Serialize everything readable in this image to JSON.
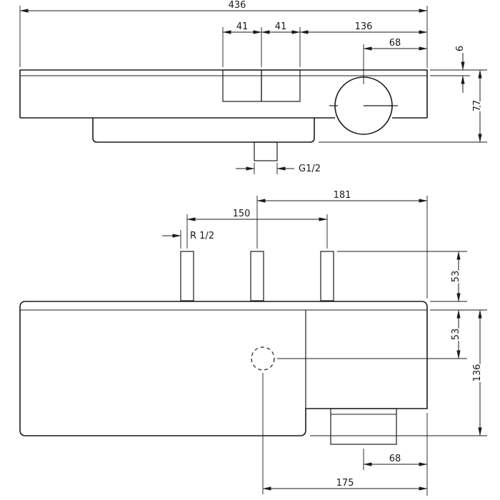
{
  "style": {
    "line_color": "#1a1a1a",
    "background": "#ffffff"
  },
  "front": {
    "width_total": "436",
    "width_button_left": "41",
    "width_button_right": "41",
    "width_handle_section": "136",
    "width_handle_center": "68",
    "height_plate": "6",
    "height_body": "77",
    "thread_outlet": "G1/2"
  },
  "plan": {
    "length_pipe_to_edge": "181",
    "length_pipe_spacing": "150",
    "thread_pipes": "R 1/2",
    "depth_pipe": "53",
    "depth_front": "53",
    "depth_total": "136",
    "length_handle_to_edge": "68",
    "length_outlet_to_edge": "175"
  }
}
